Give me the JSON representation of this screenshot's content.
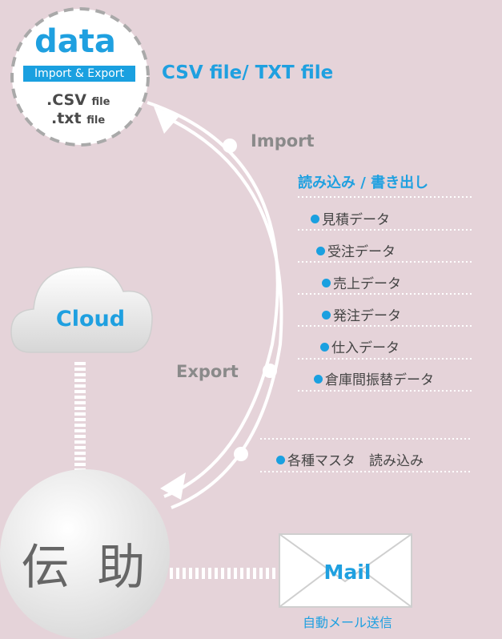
{
  "data_bubble": {
    "title": "data",
    "badge": "Import & Export",
    "csv_ext": ".CSV",
    "csv_word": "file",
    "txt_ext": ".txt",
    "txt_word": "file"
  },
  "file_types": "CSV file/ TXT file",
  "import_label": "Import",
  "export_label": "Export",
  "rw_heading": "読み込み / 書き出し",
  "data_items": [
    "見積データ",
    "受注データ",
    "売上データ",
    "発注データ",
    "仕入データ",
    "倉庫間振替データ"
  ],
  "master_item": "各種マスタ　読み込み",
  "cloud_label": "Cloud",
  "app_name": "伝 助",
  "mail_label": "Mail",
  "mail_caption": "自動メール送信",
  "colors": {
    "accent": "#1fa0e0",
    "background": "#e5d3d9",
    "label_gray": "#8a8a8a"
  }
}
